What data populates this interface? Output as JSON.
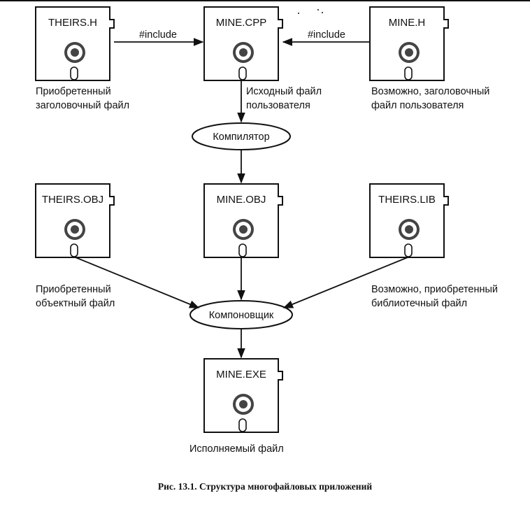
{
  "diagram": {
    "files": {
      "theirs_h": "THEIRS.H",
      "mine_cpp": "MINE.CPP",
      "mine_h": "MINE.H",
      "theirs_obj": "THEIRS.OBJ",
      "mine_obj": "MINE.OBJ",
      "theirs_lib": "THEIRS.LIB",
      "mine_exe": "MINE.EXE"
    },
    "edges": {
      "include_left": "#include",
      "include_right": "#include"
    },
    "processes": {
      "compiler": "Компилятор",
      "linker": "Компоновщик"
    },
    "descriptions": {
      "theirs_h": [
        "Приобретенный",
        "заголовочный файл"
      ],
      "mine_cpp": [
        "Исходный файл",
        "пользователя"
      ],
      "mine_h": [
        "Возможно, заголовочный",
        "файл пользователя"
      ],
      "theirs_obj": [
        "Приобретенный",
        "объектный файл"
      ],
      "theirs_lib": [
        "Возможно, приобретенный",
        "библиотечный файл"
      ],
      "mine_exe": [
        "Исполняемый файл"
      ]
    }
  },
  "caption": "Рис. 13.1. Структура многофайловых приложений"
}
